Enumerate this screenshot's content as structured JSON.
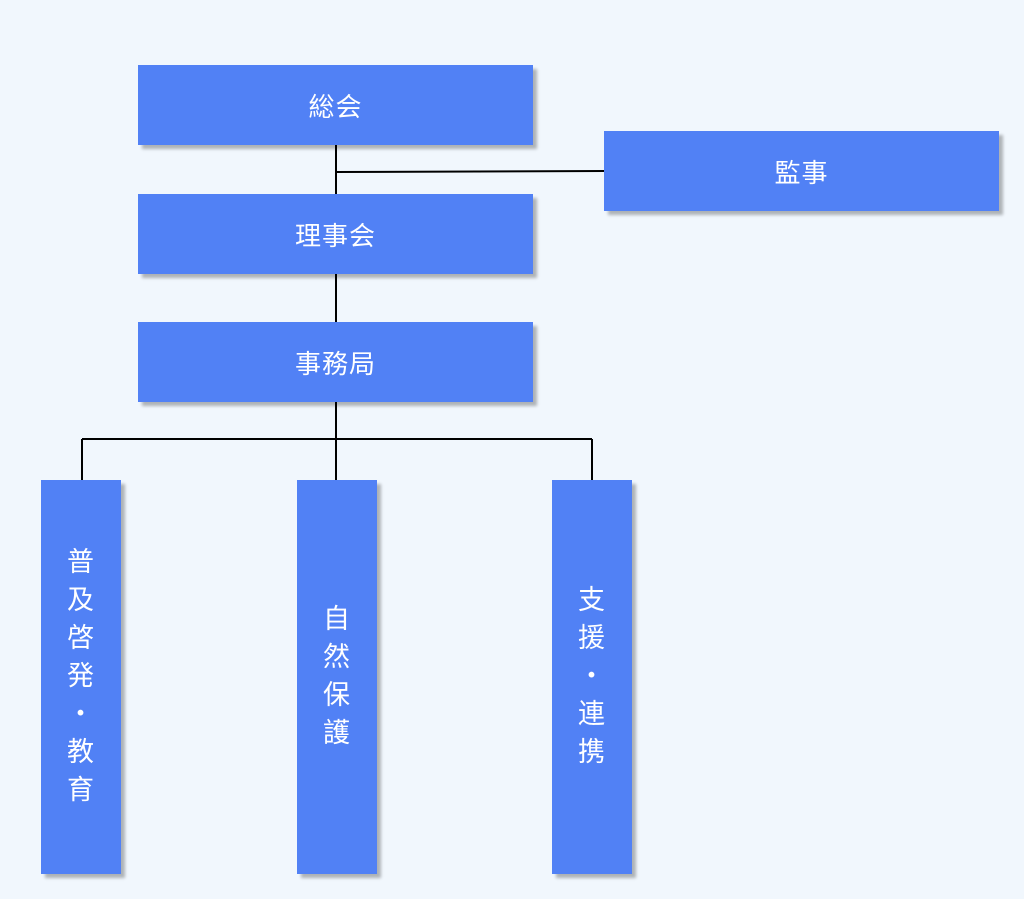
{
  "nodes": {
    "general_assembly": "総会",
    "auditor": "監事",
    "board": "理事会",
    "secretariat": "事務局",
    "dept_education": "普及啓発・教育",
    "dept_conservation": "自然保護",
    "dept_support": "支援・連携"
  },
  "colors": {
    "box": "#5181f5",
    "background": "#f1f7fd",
    "line": "#000000",
    "text": "#ffffff"
  }
}
